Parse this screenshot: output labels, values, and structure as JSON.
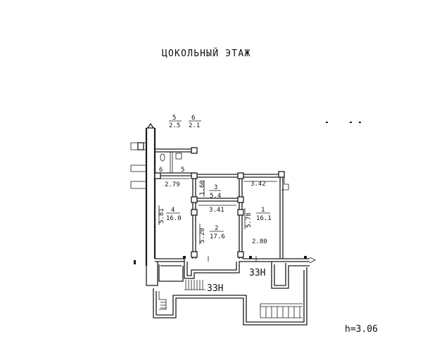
{
  "title": "ЦОКОЛЬНЫЙ ЭТАЖ",
  "ceiling_height": "h=3.06",
  "header_rooms": [
    {
      "number": "5",
      "area": "2.5"
    },
    {
      "number": "6",
      "area": "2.1"
    }
  ],
  "rooms": [
    {
      "number": "1",
      "area": "16.1"
    },
    {
      "number": "2",
      "area": "17.6"
    },
    {
      "number": "3",
      "area": "5.4"
    },
    {
      "number": "4",
      "area": "16.0"
    },
    {
      "number": "5"
    },
    {
      "number": "6"
    }
  ],
  "dimensions": {
    "d_2_79": "2.79",
    "d_3_42": "3.42",
    "d_1_60": "1.60",
    "d_3_41": "3.41",
    "d_5_81": "5.81",
    "d_5_78": "5.78",
    "d_5_20": "5.20",
    "d_2_80": "2.80"
  },
  "entrances": [
    "ЗЗН",
    "ЗЗН"
  ]
}
